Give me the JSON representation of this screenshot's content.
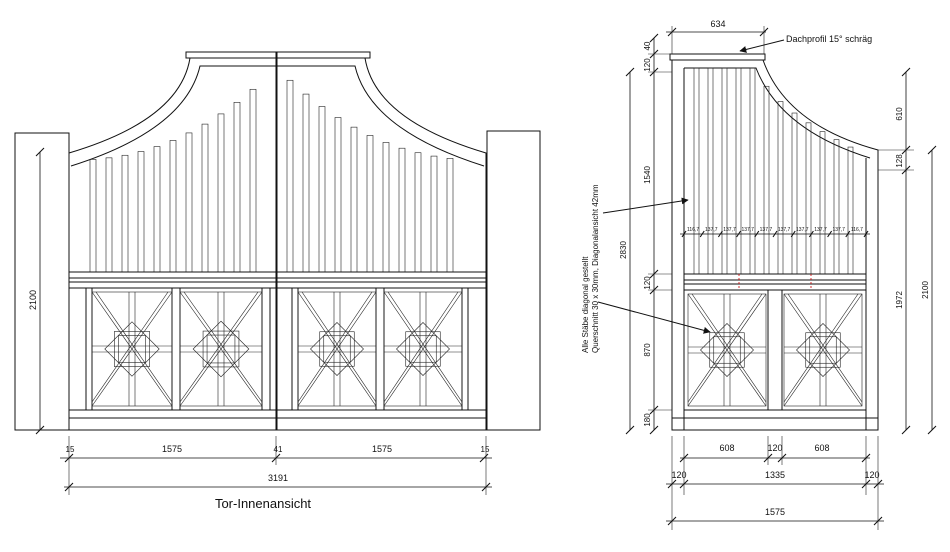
{
  "title": "Tor-Innenansicht",
  "left_view": {
    "height_2100": "2100",
    "dim_15_left": "15",
    "dim_1575_left": "1575",
    "dim_41": "41",
    "dim_1575_right": "1575",
    "dim_15_right": "15",
    "dim_3191": "3191"
  },
  "right_view": {
    "dim_634": "634",
    "roof_note": "Dachprofil 15° schräg",
    "dim_40": "40",
    "dim_120_top": "120",
    "dim_610": "610",
    "dim_128": "128",
    "dim_1540": "1540",
    "dim_2830": "2830",
    "dim_120_mid": "120",
    "dim_870": "870",
    "dim_180": "180",
    "dim_2100": "2100",
    "dim_1972": "1972",
    "bar_note_line1": "Alle Stäbe diagonal gestellt",
    "bar_note_line2": "Querschnitt 30 x 30mm, Diagonalansicht 42mm",
    "spacing": [
      "116,7",
      "137,7",
      "137,7",
      "137,7",
      "137,7",
      "137,7",
      "137,7",
      "137,7",
      "137,7",
      "116,7"
    ],
    "dim_608_left": "608",
    "dim_120_center": "120",
    "dim_608_right": "608",
    "dim_120_bl": "120",
    "dim_1335": "1335",
    "dim_120_br": "120",
    "dim_1575_total": "1575"
  }
}
